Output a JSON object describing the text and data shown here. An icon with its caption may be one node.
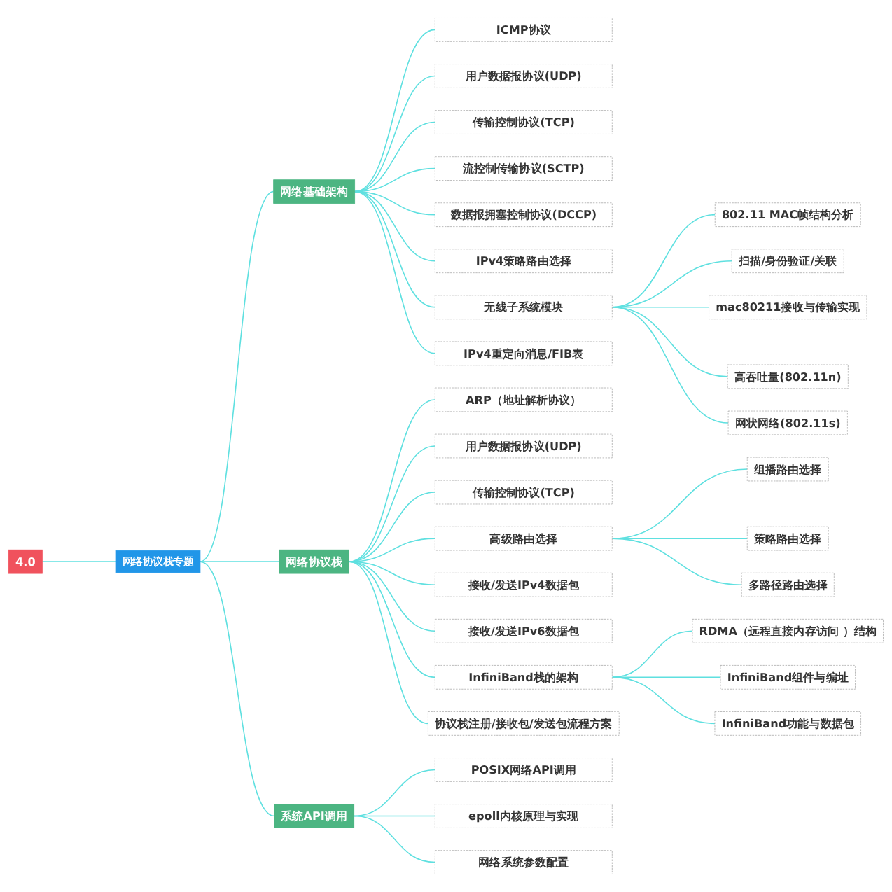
{
  "diagram": {
    "nodes": [
      {
        "text": [
          "4.0"
        ]
      },
      {
        "text": [
          "网络协议栈专题"
        ]
      },
      {
        "text": [
          "网络基础架构"
        ]
      },
      {
        "text": [
          "ICMP协议"
        ]
      },
      {
        "text": [
          "用户数据报协议(UDP)"
        ]
      },
      {
        "text": [
          "传输控制协议(TCP)"
        ]
      },
      {
        "text": [
          "流控制传输协议(SCTP)"
        ]
      },
      {
        "text": [
          "数据报拥塞控制协议(DCCP)"
        ]
      },
      {
        "text": [
          "IPv4策略路由选择"
        ]
      },
      {
        "text": [
          "无线子系统模块"
        ]
      },
      {
        "text": [
          "802.11 MAC帧结构分析"
        ]
      },
      {
        "text": [
          "扫描/身份验证/关联"
        ]
      },
      {
        "text": [
          "mac80211接收与传输实现"
        ]
      },
      {
        "text": [
          "高吞吐量(802.11n)"
        ]
      },
      {
        "text": [
          "网状网络(802.11s)"
        ]
      },
      {
        "text": [
          "IPv4重定向消息/FIB表"
        ]
      },
      {
        "text": [
          "网络协议栈"
        ]
      },
      {
        "text": [
          "ARP（地址解析协议）"
        ]
      },
      {
        "text": [
          "用户数据报协议(UDP)"
        ]
      },
      {
        "text": [
          "传输控制协议(TCP)"
        ]
      },
      {
        "text": [
          "高级路由选择"
        ]
      },
      {
        "text": [
          "组播路由选择"
        ]
      },
      {
        "text": [
          "策略路由选择"
        ]
      },
      {
        "text": [
          "多路径路由选择"
        ]
      },
      {
        "text": [
          "接收/发送IPv4数据包"
        ]
      },
      {
        "text": [
          "接收/发送IPv6数据包"
        ]
      },
      {
        "text": [
          "InfiniBand栈的架构"
        ]
      },
      {
        "text": [
          "RDMA（远程直接内存访问 ）结构"
        ]
      },
      {
        "text": [
          "InfiniBand组件与编址"
        ]
      },
      {
        "text": [
          "InfiniBand功能与数据包"
        ]
      },
      {
        "text": [
          "协议栈注册/接收包/发送包流程方案"
        ]
      },
      {
        "text": [
          "系统API调用"
        ]
      },
      {
        "text": [
          "POSIX网络API调用"
        ]
      },
      {
        "text": [
          "epoll内核原理与实现"
        ]
      },
      {
        "text": [
          "网络系统参数配置"
        ]
      }
    ],
    "edges": [
      {
        "from": 0,
        "to": 1,
        "arrow": "none"
      },
      {
        "from": 1,
        "to": 2,
        "arrow": "none"
      },
      {
        "from": 2,
        "to": 3,
        "arrow": "none"
      },
      {
        "from": 2,
        "to": 4,
        "arrow": "none"
      },
      {
        "from": 2,
        "to": 5,
        "arrow": "none"
      },
      {
        "from": 2,
        "to": 6,
        "arrow": "none"
      },
      {
        "from": 2,
        "to": 7,
        "arrow": "none"
      },
      {
        "from": 2,
        "to": 8,
        "arrow": "none"
      },
      {
        "from": 2,
        "to": 9,
        "arrow": "none"
      },
      {
        "from": 9,
        "to": 10,
        "arrow": "none"
      },
      {
        "from": 9,
        "to": 11,
        "arrow": "none"
      },
      {
        "from": 9,
        "to": 12,
        "arrow": "none"
      },
      {
        "from": 9,
        "to": 13,
        "arrow": "none"
      },
      {
        "from": 9,
        "to": 14,
        "arrow": "none"
      },
      {
        "from": 2,
        "to": 15,
        "arrow": "none"
      },
      {
        "from": 1,
        "to": 16,
        "arrow": "none"
      },
      {
        "from": 16,
        "to": 17,
        "arrow": "none"
      },
      {
        "from": 16,
        "to": 18,
        "arrow": "none"
      },
      {
        "from": 16,
        "to": 19,
        "arrow": "none"
      },
      {
        "from": 16,
        "to": 20,
        "arrow": "none"
      },
      {
        "from": 20,
        "to": 21,
        "arrow": "none"
      },
      {
        "from": 20,
        "to": 22,
        "arrow": "none"
      },
      {
        "from": 20,
        "to": 23,
        "arrow": "none"
      },
      {
        "from": 16,
        "to": 24,
        "arrow": "none"
      },
      {
        "from": 16,
        "to": 25,
        "arrow": "none"
      },
      {
        "from": 16,
        "to": 26,
        "arrow": "none"
      },
      {
        "from": 26,
        "to": 27,
        "arrow": "none"
      },
      {
        "from": 26,
        "to": 28,
        "arrow": "none"
      },
      {
        "from": 26,
        "to": 29,
        "arrow": "none"
      },
      {
        "from": 16,
        "to": 30,
        "arrow": "none"
      },
      {
        "from": 1,
        "to": 31,
        "arrow": "none"
      },
      {
        "from": 31,
        "to": 32,
        "arrow": "none"
      },
      {
        "from": 31,
        "to": 33,
        "arrow": "none"
      },
      {
        "from": 31,
        "to": 34,
        "arrow": "none"
      }
    ]
  }
}
